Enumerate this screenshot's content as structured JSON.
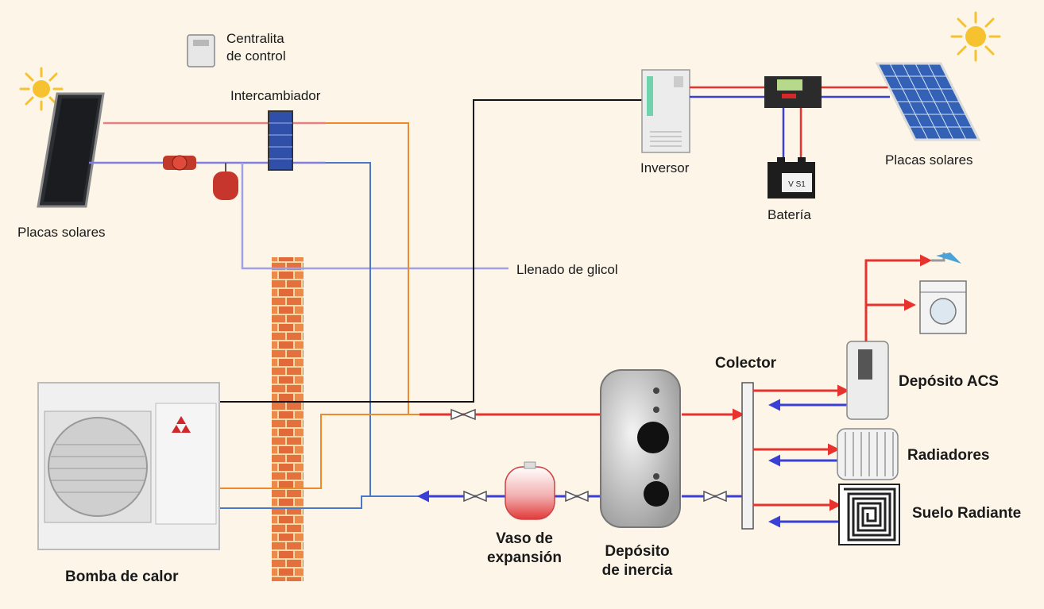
{
  "labels": {
    "centralita_line1": "Centralita",
    "centralita_line2": "de control",
    "intercambiador": "Intercambiador",
    "placas_solares_left": "Placas solares",
    "llenado_glicol": "Llenado de glicol",
    "inversor": "Inversor",
    "bateria": "Batería",
    "placas_solares_right": "Placas solares",
    "colector": "Colector",
    "deposito_acs": "Depósito ACS",
    "radiadores": "Radiadores",
    "suelo_radiante": "Suelo Radiante",
    "bomba_de_calor": "Bomba de calor",
    "vaso_line1": "Vaso de",
    "vaso_line2": "expansión",
    "deposito_inercia_line1": "Depósito",
    "deposito_inercia_line2": "de inercia",
    "battery_mark": "V S1"
  },
  "colors": {
    "background": "#fdf5e8",
    "hot_pipe": "#e8322d",
    "cold_pipe": "#3a3fd6",
    "solar_hot": "#e88080",
    "solar_cold": "#7f7fe0",
    "orange_pipe": "#ef8a2a",
    "blue_pipe": "#4a78c8",
    "signal_wire": "#111111",
    "brick": "#e06f3d",
    "sun": "#f6c230"
  }
}
